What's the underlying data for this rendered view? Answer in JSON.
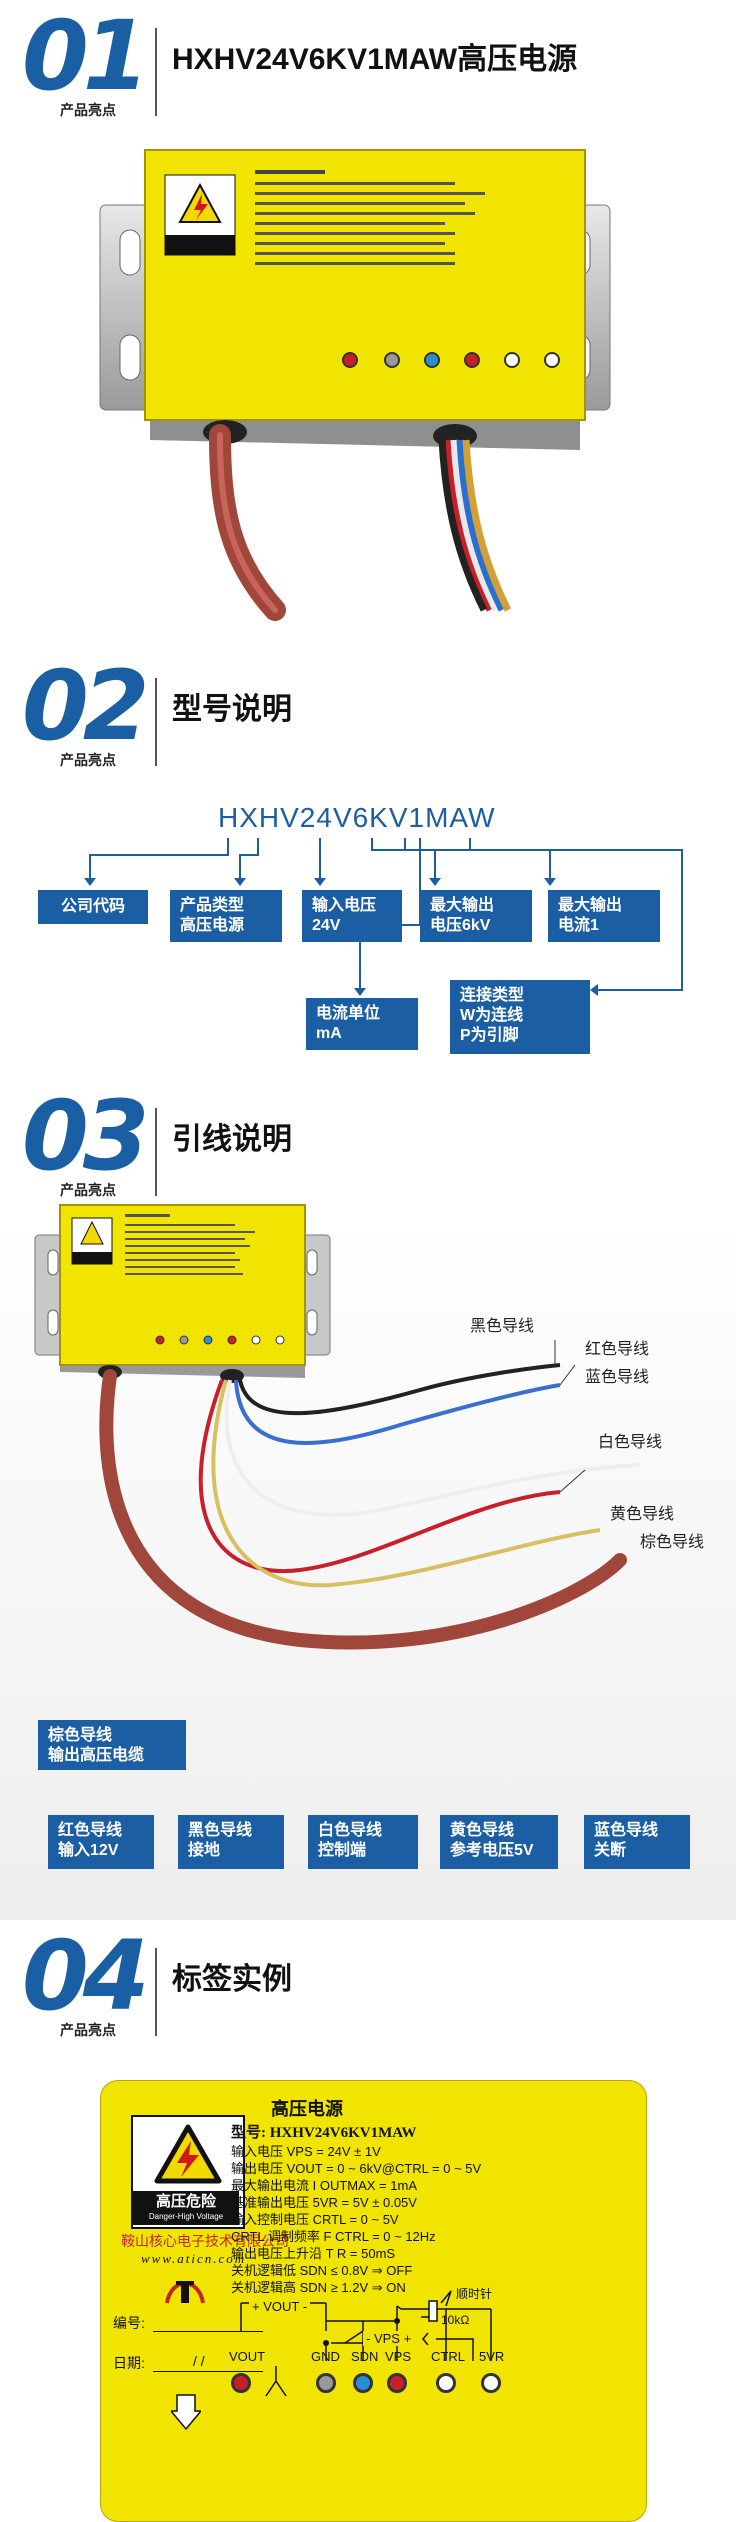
{
  "sections": [
    {
      "num": "01",
      "sub": "产品亮点",
      "title": "HXHV24V6KV1MAW高压电源"
    },
    {
      "num": "02",
      "sub": "产品亮点",
      "title": "型号说明"
    },
    {
      "num": "03",
      "sub": "产品亮点",
      "title": "引线说明"
    },
    {
      "num": "04",
      "sub": "产品亮点",
      "title": "标签实例"
    }
  ],
  "label": {
    "header": "高压电源",
    "model": "型号: HXHV24V6KV1MAW",
    "specs": [
      "输入电压 VPS = 24V ± 1V",
      "输出电压 VOUT = 0 ~ 6kV@CTRL = 0 ~ 5V",
      "最大输出电流 I OUTMAX = 1mA",
      "基准输出电压 5VR = 5V ± 0.05V",
      "输入控制电压 CRTL = 0 ~ 5V",
      "CRTL 调制频率 F CTRL = 0 ~ 12Hz",
      "输出电压上升沿 T R = 50mS",
      "关机逻辑低 SDN ≤ 0.8V ⇒ OFF",
      "关机逻辑高 SDN ≥ 1.2V ⇒ ON"
    ],
    "danger_cn": "高压危险",
    "danger_en": "Danger-High Voltage",
    "company": "鞍山核心电子技术有限公司",
    "website": "www.aticn.com",
    "serial": "编号:",
    "date": "日期:",
    "date_slashes": "/    /",
    "vout_bracket": "+ VOUT -",
    "vps_bracket": "- VPS +",
    "clockwise": "顺时针",
    "resistor": "10kΩ",
    "terminals": [
      "VOUT",
      "GND",
      "SDN",
      "VPS",
      "CTRL",
      "5VR"
    ]
  },
  "model_code": "HXHV24V6KV1MAW",
  "model_boxes": [
    {
      "text": "公司代码"
    },
    {
      "text": "产品类型\n高压电源"
    },
    {
      "text": "输入电压\n24V"
    },
    {
      "text": "最大输出\n电压6kV"
    },
    {
      "text": "最大输出\n电流1"
    },
    {
      "text": "电流单位\nmA"
    },
    {
      "text": "连接类型\nW为连线\nP为引脚"
    }
  ],
  "wire_labels": [
    "黑色导线",
    "红色导线",
    "蓝色导线",
    "白色导线",
    "黄色导线",
    "棕色导线"
  ],
  "wire_boxes": [
    {
      "text": "棕色导线\n输出高压电缆"
    },
    {
      "text": "红色导线\n输入12V"
    },
    {
      "text": "黑色导线\n接地"
    },
    {
      "text": "白色导线\n控制端"
    },
    {
      "text": "黄色导线\n参考电压5V"
    },
    {
      "text": "蓝色导线\n关断"
    }
  ],
  "colors": {
    "blue": "#1b5ea3",
    "label_yellow": "#f0e400",
    "wire_brown": "#a0463a",
    "wire_red": "#c8202a"
  }
}
